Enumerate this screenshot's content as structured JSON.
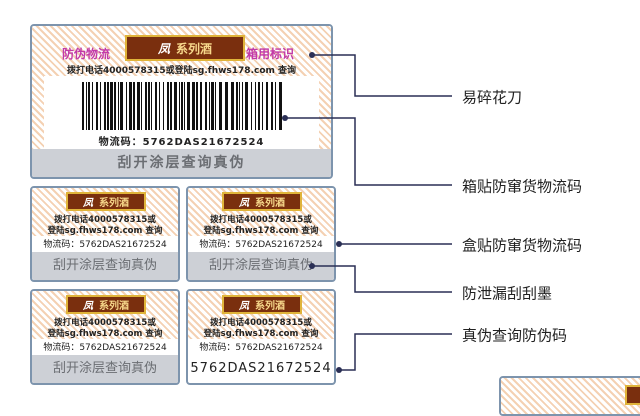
{
  "brand": {
    "series": "系列酒"
  },
  "main_label": {
    "left_tag": "防伪物流",
    "right_tag": "箱用标识",
    "query_line": "拨打电话4000578315或登陆sg.fhws178.com 查询",
    "logistics_code": "物流码：5762DAS21672524",
    "scratch_text": "刮开涂层查询真伪"
  },
  "small_label": {
    "line1": "拨打电话4000578315或",
    "line2": "登陆sg.fhws178.com 查询",
    "logistics_code": "物流码：5762DAS21672524",
    "scratch_text": "刮开涂层查询真伪",
    "revealed_code": "5762DAS21672524"
  },
  "callouts": [
    "易碎花刀",
    "箱贴防窜货物流码",
    "盒贴防窜货物流码",
    "防泄漏刮刮墨",
    "真伪查询防伪码"
  ],
  "colors": {
    "brand_bg": "#7a2f0e",
    "tag": "#c23aa8",
    "scratch": "#cdd0d6",
    "line": "#2a2f55"
  }
}
